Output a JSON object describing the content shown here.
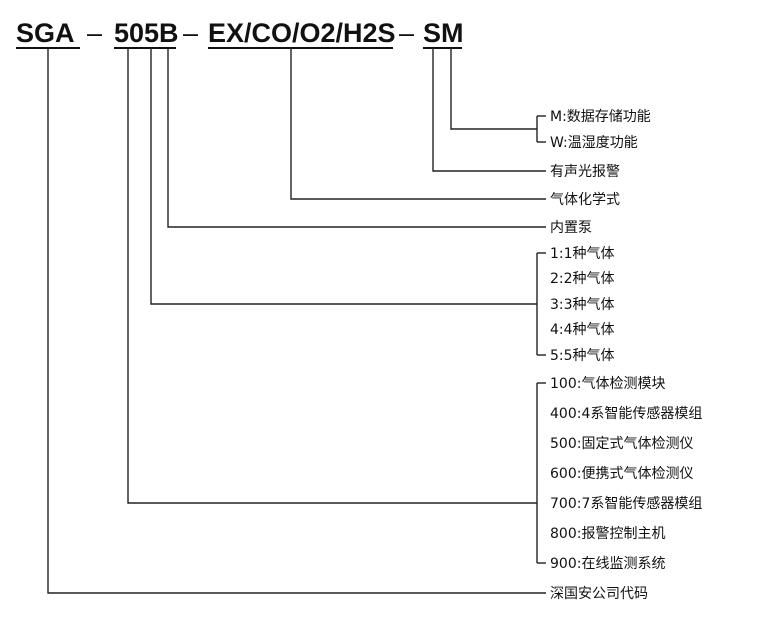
{
  "code_parts": {
    "sga": "SGA",
    "dash1": "–",
    "model": "505B",
    "dash2": "–",
    "gases": "EX/CO/O2/H2S",
    "dash3": "–",
    "suffix": "SM"
  },
  "options": {
    "m_storage": "M:数据存储功能",
    "w_humidity": "W:温湿度功能",
    "alarm": "有声光报警",
    "gas_formula": "气体化学式",
    "pump": "内置泵",
    "gas_counts": [
      "1:1种气体",
      "2:2种气体",
      "3:3种气体",
      "4:4种气体",
      "5:5种气体"
    ],
    "series": [
      "100:气体检测模块",
      "400:4系智能传感器模组",
      "500:固定式气体检测仪",
      "600:便携式气体检测仪",
      "700:7系智能传感器模组",
      "800:报警控制主机",
      "900:在线监测系统"
    ],
    "company": "深国安公司代码"
  }
}
